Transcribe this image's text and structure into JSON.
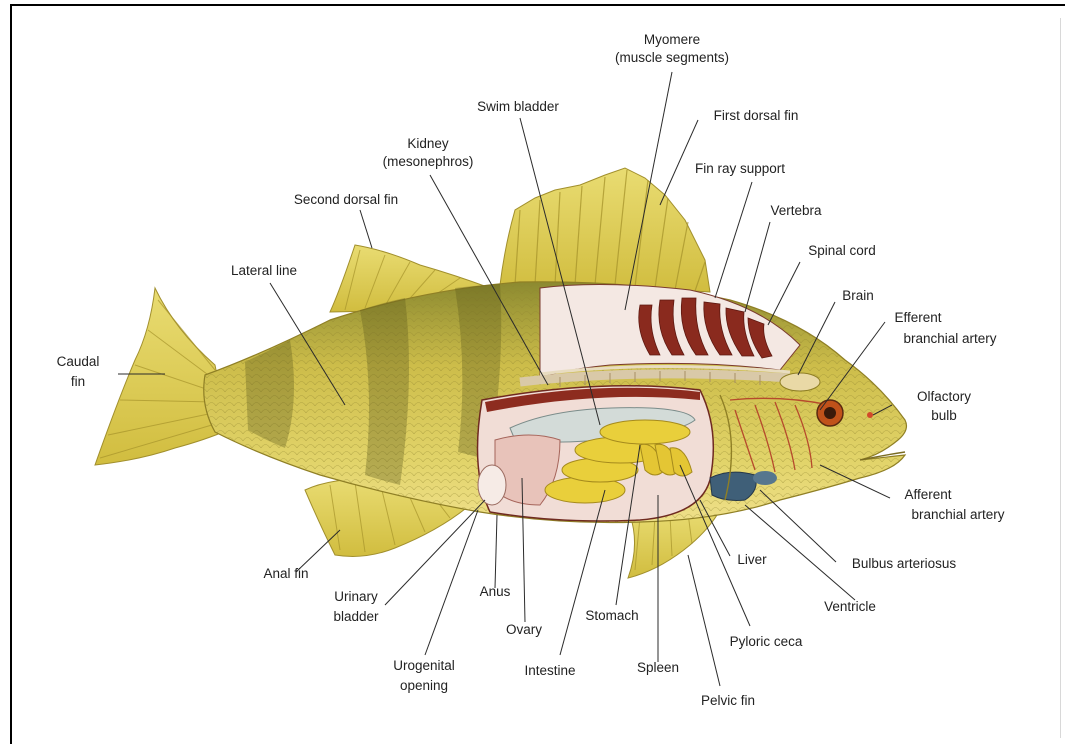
{
  "labels": {
    "myomere": "Myomere",
    "myomere_sub": "(muscle segments)",
    "swim_bladder": "Swim bladder",
    "first_dorsal_fin": "First dorsal fin",
    "kidney": "Kidney",
    "kidney_sub": "(mesonephros)",
    "fin_ray_support": "Fin ray support",
    "second_dorsal_fin": "Second dorsal fin",
    "vertebra": "Vertebra",
    "spinal_cord": "Spinal cord",
    "lateral_line": "Lateral line",
    "brain": "Brain",
    "efferent": "Efferent",
    "efferent_sub": "branchial artery",
    "caudal": "Caudal",
    "caudal_sub": "fin",
    "olfactory": "Olfactory",
    "olfactory_sub": "bulb",
    "afferent": "Afferent",
    "afferent_sub": "branchial artery",
    "anal_fin": "Anal fin",
    "bulbus_arteriosus": "Bulbus arteriosus",
    "liver": "Liver",
    "urinary": "Urinary",
    "urinary_sub": "bladder",
    "anus": "Anus",
    "ventricle": "Ventricle",
    "stomach": "Stomach",
    "ovary": "Ovary",
    "pyloric_ceca": "Pyloric ceca",
    "urogenital": "Urogenital",
    "urogenital_sub": "opening",
    "intestine": "Intestine",
    "spleen": "Spleen",
    "pelvic_fin": "Pelvic fin"
  },
  "colors": {
    "body": "#d7c350",
    "fin": "#e6d560",
    "dark_band": "#6f6a25",
    "muscle": "#8a2a1e",
    "flesh": "#f2e4df",
    "organ_yellow": "#e8cf3a",
    "bladder": "#cfd8d6",
    "heart": "#3f5f78",
    "eye": "#c0521a"
  }
}
